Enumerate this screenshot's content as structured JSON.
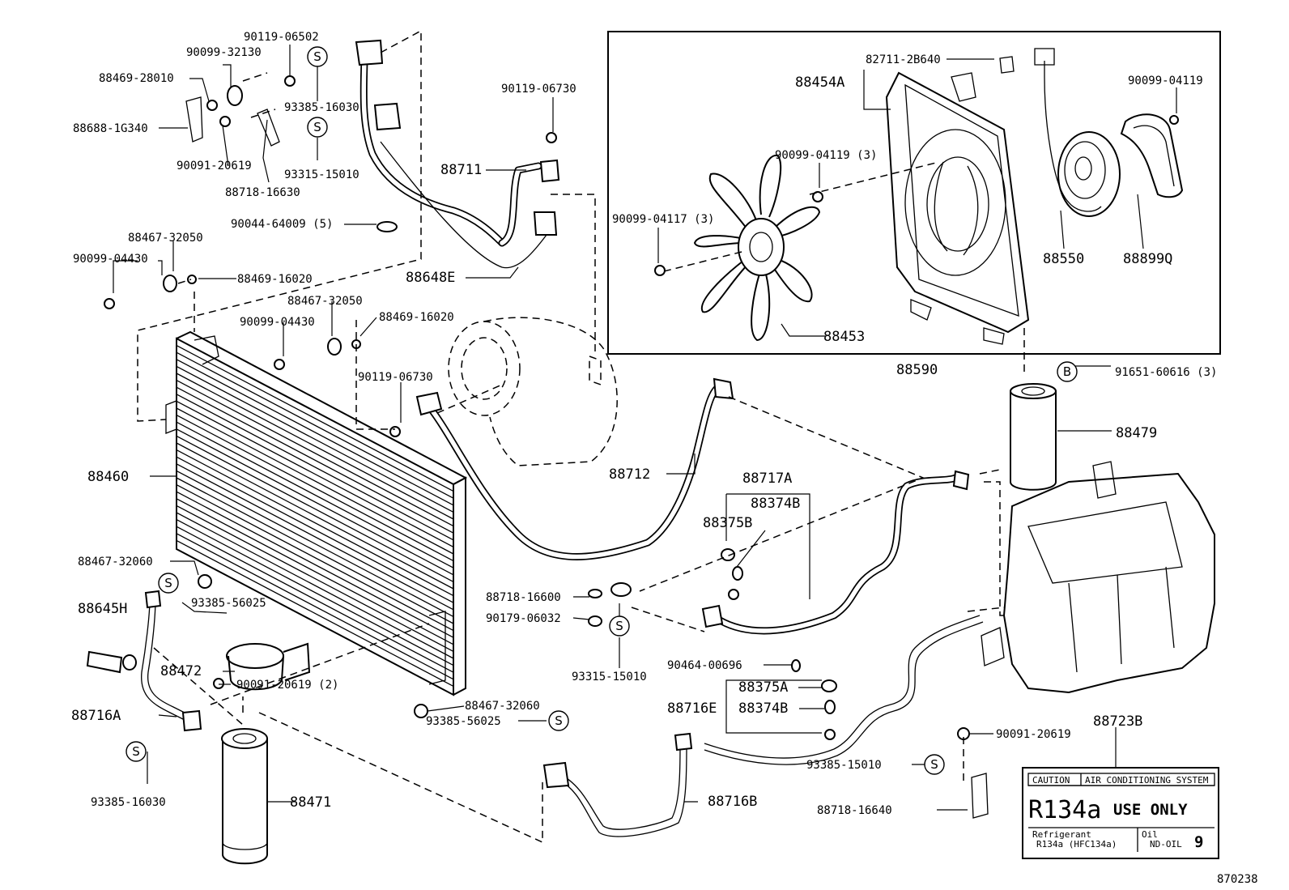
{
  "drawing_id": "870238",
  "labels": {
    "p_90119_06502": "90119-06502",
    "p_90099_32130": "90099-32130",
    "p_88469_28010": "88469-28010",
    "p_88688_1G340": "88688-1G340",
    "p_90091_20619_a": "90091-20619",
    "p_93385_16030_a": "93385-16030",
    "p_93315_15010_a": "93315-15010",
    "p_88718_16630": "88718-16630",
    "p_90044_64009": "90044-64009 (5)",
    "p_88467_32050_a": "88467-32050",
    "p_90099_04430_a": "90099-04430",
    "p_88469_16020_a": "88469-16020",
    "p_88467_32050_b": "88467-32050",
    "p_90099_04430_b": "90099-04430",
    "p_88469_16020_b": "88469-16020",
    "p_90119_06730_a": "90119-06730",
    "p_88711": "88711",
    "p_88648E": "88648E",
    "p_90119_06730_b": "90119-06730",
    "p_88460": "88460",
    "p_88712": "88712",
    "p_88467_32060_a": "88467-32060",
    "p_93385_56025_a": "93385-56025",
    "p_88645H": "88645H",
    "p_88472": "88472",
    "p_90091_20619_2": "90091-20619 (2)",
    "p_88716A": "88716A",
    "p_88467_32060_b": "88467-32060",
    "p_93385_56025_b": "93385-56025",
    "p_93385_16030_b": "93385-16030",
    "p_88471": "88471",
    "p_88718_16600": "88718-16600",
    "p_90179_06032": "90179-06032",
    "p_93315_15010_b": "93315-15010",
    "p_88717A": "88717A",
    "p_88374B_a": "88374B",
    "p_88375B": "88375B",
    "p_90464_00696": "90464-00696",
    "p_88716E": "88716E",
    "p_88375A": "88375A",
    "p_88374B_b": "88374B",
    "p_88716B": "88716B",
    "p_93385_15010": "93385-15010",
    "p_88718_16640": "88718-16640",
    "p_90091_20619_b": "90091-20619",
    "p_88723B": "88723B",
    "p_82711_2B640": "82711-2B640",
    "p_88454A": "88454A",
    "p_90099_04119_3": "90099-04119 (3)",
    "p_90099_04117_3": "90099-04117 (3)",
    "p_88453": "88453",
    "p_88590": "88590",
    "p_90099_04119": "90099-04119",
    "p_88550": "88550",
    "p_88899Q": "88899Q",
    "p_91651_60616": "91651-60616 (3)",
    "p_88479": "88479"
  },
  "symbols": {
    "s": "S",
    "b": "B"
  },
  "caution_label": {
    "caution": "CAUTION",
    "system": "AIR CONDITIONING SYSTEM",
    "refrigerant_code": "R134a",
    "use_only": "USE ONLY",
    "refrigerant_word": "Refrigerant",
    "refrigerant_detail": "R134a (HFC134a)",
    "oil_word": "Oil",
    "oil_type": "ND-OIL",
    "oil_grade": "9"
  }
}
